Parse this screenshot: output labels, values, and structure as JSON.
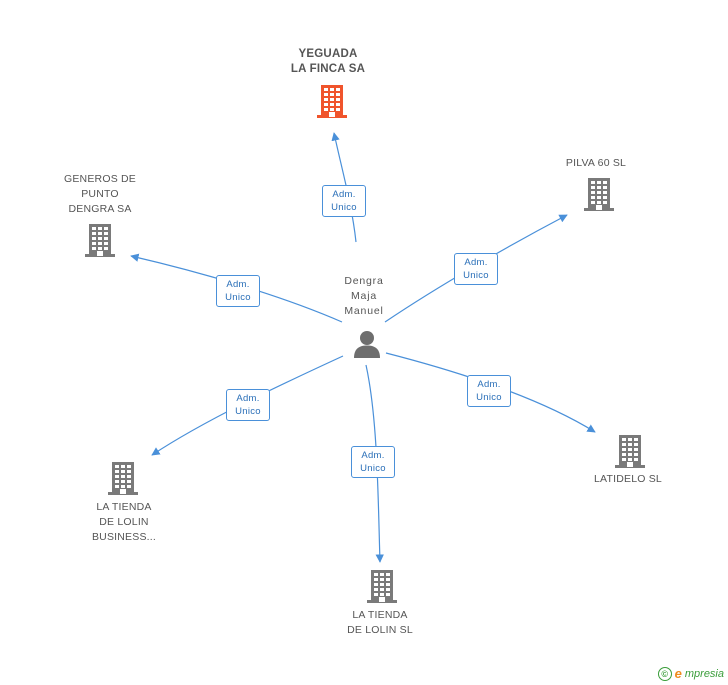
{
  "colors": {
    "edge": "#4a90d9",
    "building_main": "#f0542c",
    "building": "#7a7a7a",
    "person": "#6e6e6e",
    "text": "#555555"
  },
  "center": {
    "name": "Dengra\nMaja\nManuel",
    "icon": "person-icon"
  },
  "nodes": [
    {
      "id": "yeguada",
      "label": "YEGUADA\nLA FINCA SA",
      "main": true,
      "icon": "building-icon",
      "relation": [
        "Adm.",
        "Unico"
      ]
    },
    {
      "id": "pilva",
      "label": "PILVA 60 SL",
      "main": false,
      "icon": "building-icon",
      "relation": [
        "Adm.",
        "Unico"
      ]
    },
    {
      "id": "generos",
      "label": "GENEROS DE\nPUNTO\nDENGRA SA",
      "main": false,
      "icon": "building-icon",
      "relation": [
        "Adm.",
        "Unico"
      ]
    },
    {
      "id": "latidelo",
      "label": "LATIDELO SL",
      "main": false,
      "icon": "building-icon",
      "relation": [
        "Adm.",
        "Unico"
      ]
    },
    {
      "id": "tienda-business",
      "label": "LA TIENDA\nDE LOLIN\nBUSINESS...",
      "main": false,
      "icon": "building-icon",
      "relation": [
        "Adm.",
        "Unico"
      ]
    },
    {
      "id": "tienda-sl",
      "label": "LA TIENDA\nDE LOLIN SL",
      "main": false,
      "icon": "building-icon",
      "relation": [
        "Adm.",
        "Unico"
      ]
    }
  ],
  "footer": {
    "copyright": "©",
    "brand_initial": "e",
    "brand_rest": "mpresia"
  }
}
